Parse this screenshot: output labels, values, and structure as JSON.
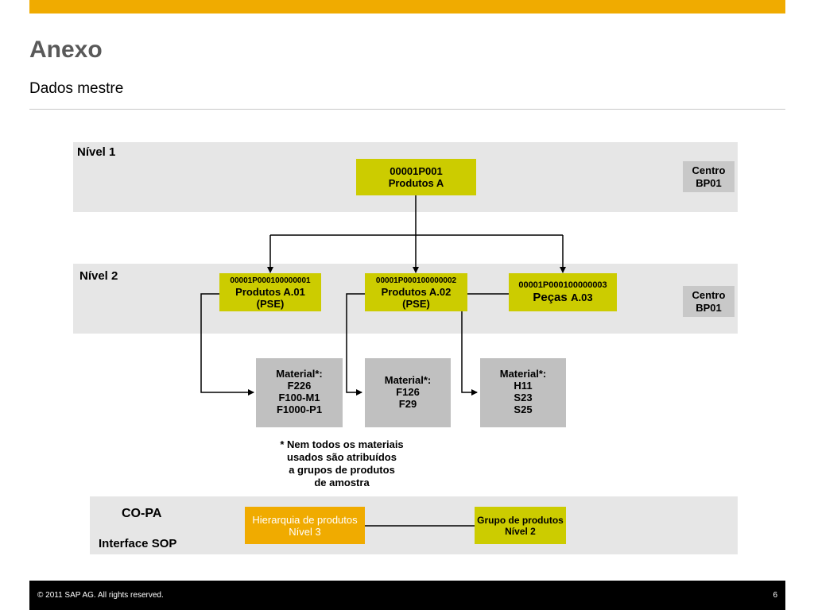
{
  "header": {
    "title": "Anexo",
    "subtitle": "Dados mestre"
  },
  "levels": {
    "level1": {
      "label": "Nível 1"
    },
    "level2": {
      "label": "Nível 2"
    }
  },
  "root": {
    "code": "00001P001",
    "name": "Produtos A"
  },
  "centro1": {
    "line1": "Centro",
    "line2": "BP01"
  },
  "centro2": {
    "line1": "Centro",
    "line2": "BP01"
  },
  "children": [
    {
      "code": "00001P000100000001",
      "name": "Produtos A.01",
      "tag": "(PSE)"
    },
    {
      "code": "00001P000100000002",
      "name": "Produtos A.02",
      "tag": "(PSE)"
    },
    {
      "code": "00001P000100000003",
      "name_part1": "Peças",
      "name_part2": "A.03"
    }
  ],
  "materials": [
    {
      "label": "Material*:",
      "items": [
        "F226",
        "F100-M1",
        "F1000-P1"
      ]
    },
    {
      "label": "Material*:",
      "items": [
        "F126",
        "F29"
      ]
    },
    {
      "label": "Material*:",
      "items": [
        "H11",
        "S23",
        "S25"
      ]
    }
  ],
  "footnote": {
    "line1": "* Nem todos os materiais",
    "line2": "usados são atribuídos",
    "line3": "a grupos de produtos",
    "line4": "de amostra"
  },
  "copa": {
    "label": "CO-PA",
    "interface_label": "Interface SOP",
    "hierarchy": {
      "line1": "Hierarquia de produtos",
      "line2": "Nível 3"
    },
    "group": {
      "line1": "Grupo de produtos",
      "line2": "Nível 2"
    }
  },
  "footer": {
    "copyright": "©  2011 SAP AG. All rights reserved.",
    "page": "6"
  },
  "colors": {
    "accent_orange": "#f0ab00",
    "node_yellow": "#cccc00",
    "band_grey": "#e6e6e6",
    "material_grey": "#c0c0c0"
  }
}
